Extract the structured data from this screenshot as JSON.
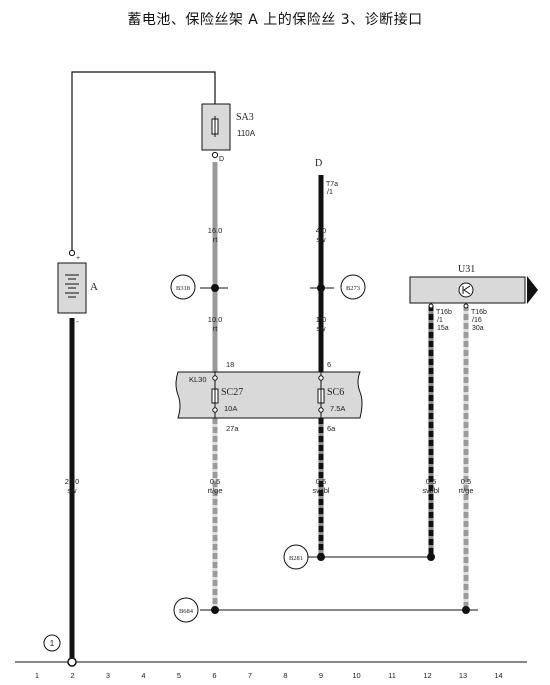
{
  "title": "蓄电池、保险丝架 A 上的保险丝 3、诊断接口",
  "battery": {
    "label": "A",
    "plus": "+",
    "minus": "-"
  },
  "fuse_sa3": {
    "label": "SA3",
    "rating": "110A",
    "pin": "D"
  },
  "terminal_d": {
    "label": "D"
  },
  "connector_t7a": {
    "name": "T7a",
    "pin": "/1"
  },
  "fuse_box": {
    "kl30": "KL30",
    "sc27": "SC27",
    "sc27_rating": "10A",
    "sc6": "SC6",
    "sc6_rating": "7.5A"
  },
  "pins": {
    "p18": "18",
    "p27a": "27a",
    "p6": "6",
    "p6a": "6a"
  },
  "control_unit": {
    "label": "U31"
  },
  "connector_t16b_1": {
    "name": "T16b",
    "pin": "/1",
    "func": "15a"
  },
  "connector_t16b_16": {
    "name": "T16b",
    "pin": "/16",
    "func": "30a"
  },
  "junctions": {
    "b318": "B318",
    "b273": "B273",
    "b281": "B281",
    "b684": "B684"
  },
  "wires": [
    {
      "id": "w1",
      "size": "16.0",
      "color": "rt"
    },
    {
      "id": "w2",
      "size": "4.0",
      "color": "sw"
    },
    {
      "id": "w3",
      "size": "10.0",
      "color": "rt"
    },
    {
      "id": "w4",
      "size": "1.0",
      "color": "sw"
    },
    {
      "id": "w5",
      "size": "25.0",
      "color": "sw"
    },
    {
      "id": "w6",
      "size": "0.5",
      "color": "rt/ge"
    },
    {
      "id": "w7",
      "size": "0.5",
      "color": "sw/bl"
    },
    {
      "id": "w8",
      "size": "0.5",
      "color": "sw/bl"
    },
    {
      "id": "w9",
      "size": "0.5",
      "color": "rt/ge"
    }
  ],
  "ground_marker": "1",
  "grid": [
    "1",
    "2",
    "3",
    "4",
    "5",
    "6",
    "7",
    "8",
    "9",
    "10",
    "11",
    "12",
    "13",
    "14"
  ]
}
